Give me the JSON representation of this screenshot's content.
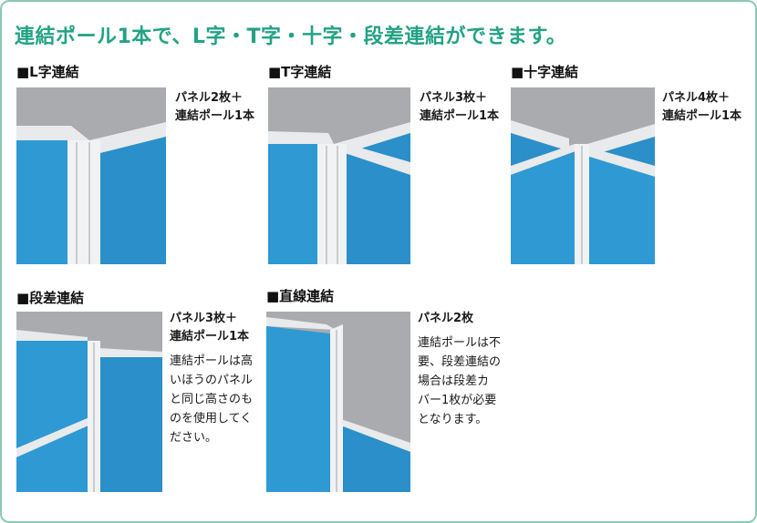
{
  "headline": "連結ポール1本で、L字・T字・十字・段差連結ができます。",
  "colors": {
    "headline": "#23a285",
    "border": "#8cc9b6",
    "panel_blue": "#2f99d3",
    "frame": "#e8eaeb",
    "wall": "#a9abae"
  },
  "sections": {
    "l": {
      "title": "■L字連結",
      "caption1": "パネル2枚＋",
      "caption2": "連結ポール1本"
    },
    "t": {
      "title": "■T字連結",
      "caption1": "パネル3枚＋",
      "caption2": "連結ポール1本"
    },
    "cross": {
      "title": "■十字連結",
      "caption1": "パネル4枚＋",
      "caption2": "連結ポール1本"
    },
    "step": {
      "title": "■段差連結",
      "caption1": "パネル3枚＋",
      "caption2": "連結ポール1本",
      "note": [
        "連結ポールは高",
        "いほうのパネル",
        "と同じ高さのも",
        "のを使用してく",
        "ださい。"
      ]
    },
    "straight": {
      "title": "■直線連結",
      "caption1": "パネル2枚",
      "note": [
        "連結ポールは不",
        "要、段差連結の",
        "場合は段差カ",
        "バー1枚が必要",
        "となります。"
      ]
    }
  }
}
